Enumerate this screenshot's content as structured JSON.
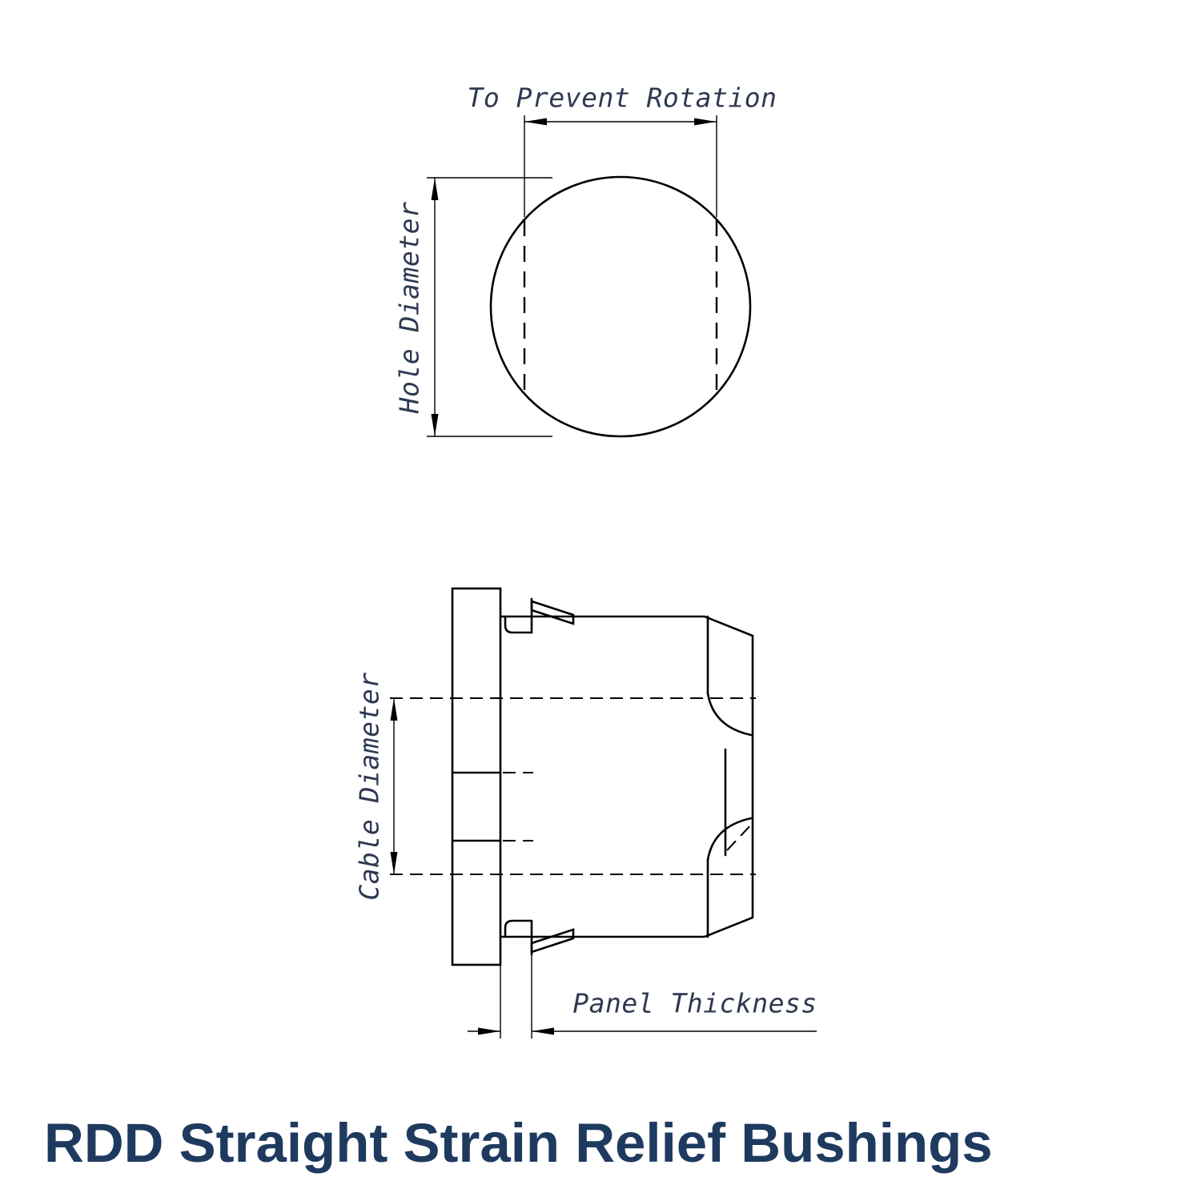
{
  "title": "RDD Straight Strain Relief Bushings",
  "labels": {
    "rotation": "To Prevent Rotation",
    "hole_diameter": "Hole Diameter",
    "cable_diameter": "Cable Diameter",
    "panel_thickness": "Panel Thickness"
  },
  "colors": {
    "background": "#ffffff",
    "line": "#000000",
    "label": "#2e3950",
    "title": "#1e3a5f"
  }
}
